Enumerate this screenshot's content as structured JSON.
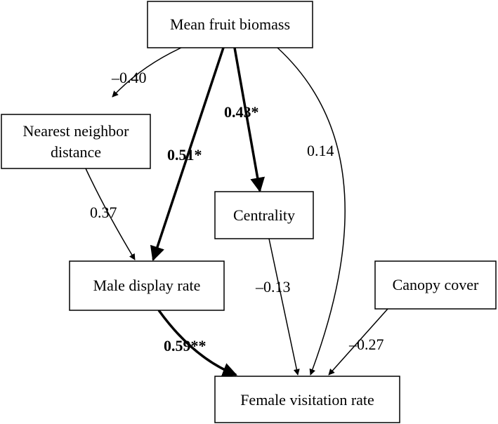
{
  "nodes": {
    "fruit": "Mean fruit biomass",
    "nearest_line1": "Nearest neighbor",
    "nearest_line2": "distance",
    "centrality": "Centrality",
    "male": "Male display rate",
    "canopy": "Canopy cover",
    "female": "Female visitation rate"
  },
  "edges": {
    "fruit_nearest": "–0.40",
    "fruit_male": "0.51*",
    "fruit_centrality": "0.43*",
    "fruit_female": "0.14",
    "nearest_male": "0.37",
    "centrality_female": "–0.13",
    "male_female": "0.59**",
    "canopy_female": "–0.27"
  }
}
